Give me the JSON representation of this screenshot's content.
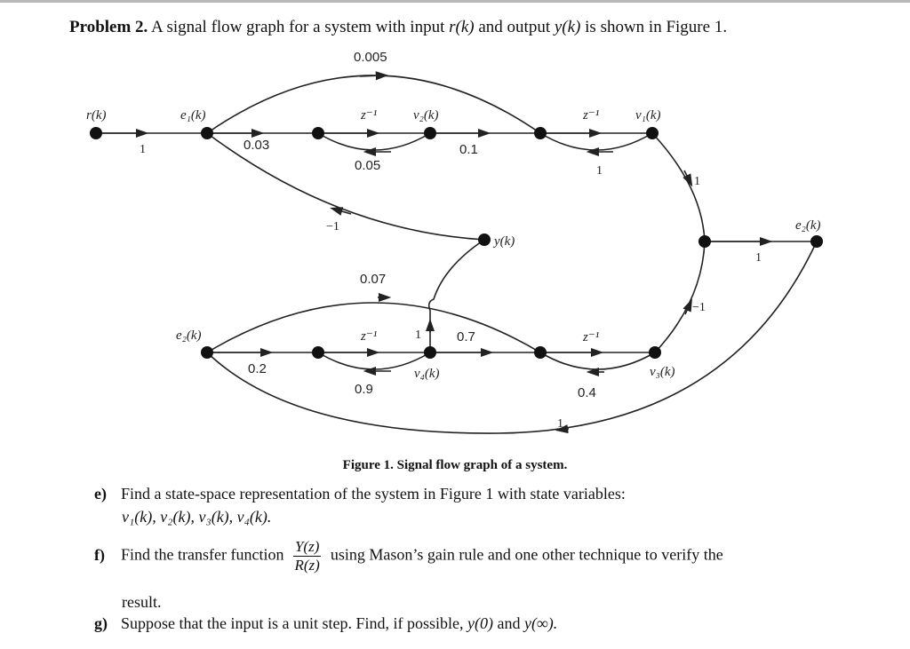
{
  "problem": {
    "number_label": "Problem 2.",
    "statement_pre": "A signal flow graph for a system with input",
    "input_symbol": "r(k)",
    "statement_mid": "and output",
    "output_symbol": "y(k)",
    "statement_post": "is shown in Figure 1."
  },
  "figure": {
    "caption": "Figure 1. Signal flow graph of a system.",
    "nodes": {
      "r": "r(k)",
      "e1": "e₁(k)",
      "v2": "v₂(k)",
      "v1": "v₁(k)",
      "e2_right": "e₂(k)",
      "y": "y(k)",
      "e2_left": "e₂(k)",
      "v4": "v₄(k)",
      "v3": "v₃(k)"
    },
    "gains": {
      "r_e1": "1",
      "e1_a": "0.03",
      "a_v2_delay": "z⁻¹",
      "v2_a": "0.05",
      "v2_b": "0.1",
      "e1_b": "0.005",
      "b_v1_delay": "z⁻¹",
      "v1_b": "1",
      "v1_c": "1",
      "c_e2": "1",
      "y_e1": "−1",
      "e2_d": "0.2",
      "d_v4_delay": "z⁻¹",
      "v4_d": "0.9",
      "v4_y": "1",
      "v4_f": "0.7",
      "e2_f": "0.07",
      "f_v3_delay": "z⁻¹",
      "v3_f": "0.4",
      "v3_c": "−1",
      "e2_loop": "1"
    }
  },
  "questions": [
    {
      "label": "e)",
      "text": "Find a state-space representation of the system in Figure 1 with state variables:",
      "line2": "v₁(k), v₂(k), v₃(k), v₄(k)."
    },
    {
      "label": "f)",
      "text_pre": "Find the transfer function",
      "frac_num": "Y(z)",
      "frac_den": "R(z)",
      "text_post": "using Mason’s gain rule and one other technique to verify the",
      "line2": "result."
    },
    {
      "label": "g)",
      "text_pre": "Suppose that the input is a unit step. Find, if possible,",
      "y0": "y(0)",
      "and": "and",
      "yinf": "y(∞)."
    }
  ]
}
